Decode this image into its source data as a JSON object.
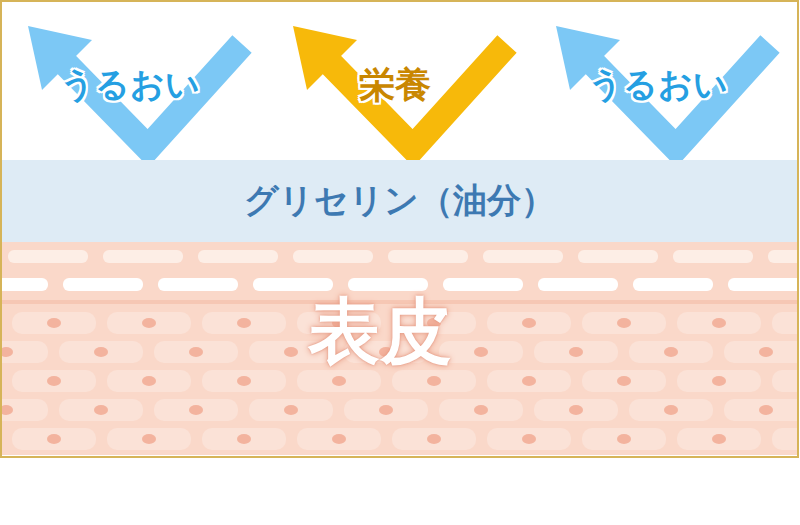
{
  "diagram": {
    "nodes": [
      {
        "text": [
          "うるおい"
        ]
      },
      {
        "text": [
          "栄養"
        ]
      },
      {
        "text": [
          "うるおい"
        ]
      },
      {
        "text": [
          "グリセリン（油分）"
        ]
      },
      {
        "text": [
          "表皮"
        ]
      }
    ]
  }
}
